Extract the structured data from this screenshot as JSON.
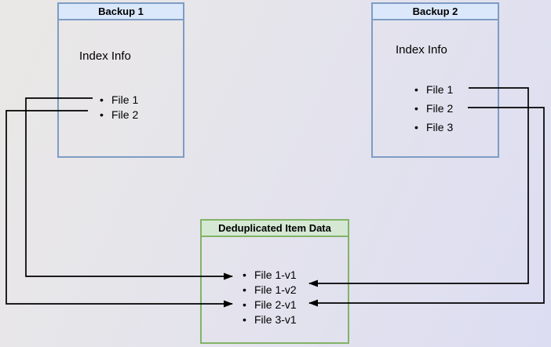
{
  "backup1": {
    "title": "Backup 1",
    "body_label": "Index Info",
    "files": [
      "File 1",
      "File 2"
    ]
  },
  "backup2": {
    "title": "Backup 2",
    "body_label": "Index Info",
    "files": [
      "File 1",
      "File 2",
      "File 3"
    ]
  },
  "dedup": {
    "title": "Deduplicated Item Data",
    "items": [
      "File 1-v1",
      "File 1-v2",
      "File 2-v1",
      "File 3-v1"
    ]
  },
  "arrows": [
    {
      "from": "Backup 1 / File 1",
      "to": "File 1-v1"
    },
    {
      "from": "Backup 1 / File 2",
      "to": "File 2-v1"
    },
    {
      "from": "Backup 2 / File 1",
      "to": "File 1-v2"
    },
    {
      "from": "Backup 2 / File 2",
      "to": "File 2-v1"
    }
  ],
  "colors": {
    "backup_header_fill": "#dbe8fc",
    "backup_border": "#7e9cc4",
    "dedup_header_fill": "#d5e8d4",
    "dedup_border": "#82b366",
    "connector": "#000000",
    "background_start": "#eae8e5",
    "background_end": "#dcddf2"
  }
}
